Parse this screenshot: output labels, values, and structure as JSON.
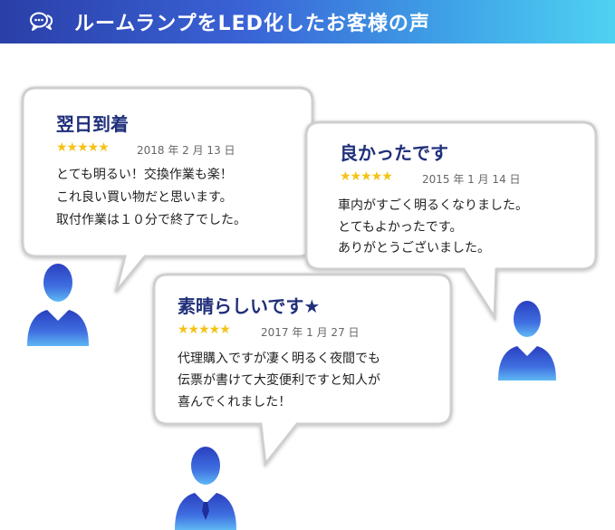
{
  "header": {
    "title": "ルームランプをLED化したお客様の声",
    "icon": "chat-bubbles-icon"
  },
  "colors": {
    "header_gradient": [
      "#2a3fa8",
      "#4fd2f2"
    ],
    "title_text": "#1f2f7a",
    "star": "#f4c316",
    "bubble_border": "#cfcfcf",
    "avatar": "#2f54d6"
  },
  "reviews": [
    {
      "title": "翌日到着",
      "stars": "★★★★★",
      "date": "2018 年 2 月 13 日",
      "lines": [
        "とても明るい！交換作業も楽！",
        "これ良い買い物だと思います。",
        "取付作業は１０分で終了でした。"
      ]
    },
    {
      "title": "良かったです",
      "stars": "★★★★★",
      "date": "2015 年 1 月 14 日",
      "lines": [
        "車内がすごく明るくなりました。",
        "とてもよかったです。",
        "ありがとうございました。"
      ]
    },
    {
      "title": "素晴らしいです★",
      "stars": "★★★★★",
      "date": "2017 年 1 月 27 日",
      "lines": [
        "代理購入ですが凄く明るく夜間でも",
        "伝票が書けて大変便利ですと知人が",
        "喜んでくれました！"
      ]
    }
  ],
  "avatars": [
    "person-icon",
    "person-icon",
    "person-icon"
  ]
}
